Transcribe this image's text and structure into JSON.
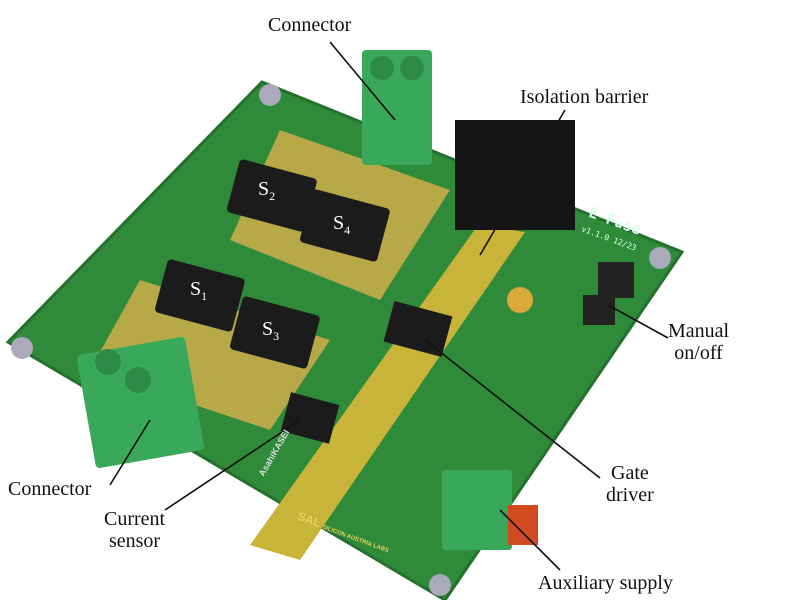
{
  "labels": {
    "connector_top": "Connector",
    "isolation_barrier": "Isolation barrier",
    "manual_line1": "Manual",
    "manual_line2": "on/off",
    "gate_line1": "Gate",
    "gate_line2": "driver",
    "aux_supply": "Auxiliary supply",
    "current_line1": "Current",
    "current_line2": "sensor",
    "connector_left": "Connector"
  },
  "switches": [
    {
      "letter": "S",
      "sub": "1"
    },
    {
      "letter": "S",
      "sub": "2"
    },
    {
      "letter": "S",
      "sub": "3"
    },
    {
      "letter": "S",
      "sub": "4"
    }
  ],
  "board": {
    "name": "E-Fuse",
    "version": "v1.1.0 12/23",
    "sensor_brand": "AsahiKASEI",
    "logo_text": "SAL",
    "logo_sub": "SILICON AUSTRIA LABS"
  },
  "colors": {
    "pcb": "#2f8a3a",
    "copper": "#d6b24a",
    "connector": "#3aa85a",
    "component": "#1b1b1b",
    "barrier": "#c9b43a"
  }
}
